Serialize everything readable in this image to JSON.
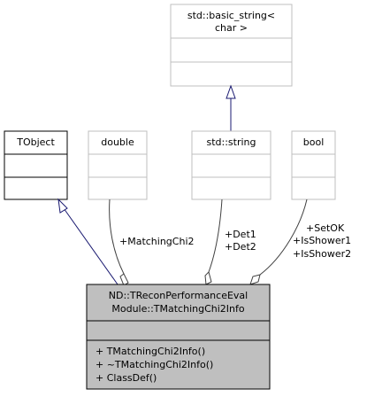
{
  "diagram": {
    "classes": {
      "basic_string": {
        "title_line1": "std::basic_string<",
        "title_line2": "char >",
        "members": [],
        "methods": []
      },
      "tobject": {
        "title": "TObject",
        "members": [],
        "methods": []
      },
      "double": {
        "title": "double",
        "members": [],
        "methods": []
      },
      "string": {
        "title": "std::string",
        "members": [],
        "methods": []
      },
      "bool": {
        "title": "bool",
        "members": [],
        "methods": []
      },
      "main": {
        "title_line1": "ND::TReconPerformanceEval",
        "title_line2": "Module::TMatchingChi2Info",
        "members": [],
        "methods": [
          "+ TMatchingChi2Info()",
          "+ ~TMatchingChi2Info()",
          "+ ClassDef()"
        ]
      }
    },
    "edge_labels": {
      "matching_chi2": "+MatchingChi2",
      "det1": "+Det1",
      "det2": "+Det2",
      "set_ok": "+SetOK",
      "is_shower1": "+IsShower1",
      "is_shower2": "+IsShower2"
    },
    "colors": {
      "inheritance": "#191970",
      "composition": "#404040",
      "faded_border": "#bfbfbf",
      "main_fill": "#bfbfbf"
    }
  }
}
